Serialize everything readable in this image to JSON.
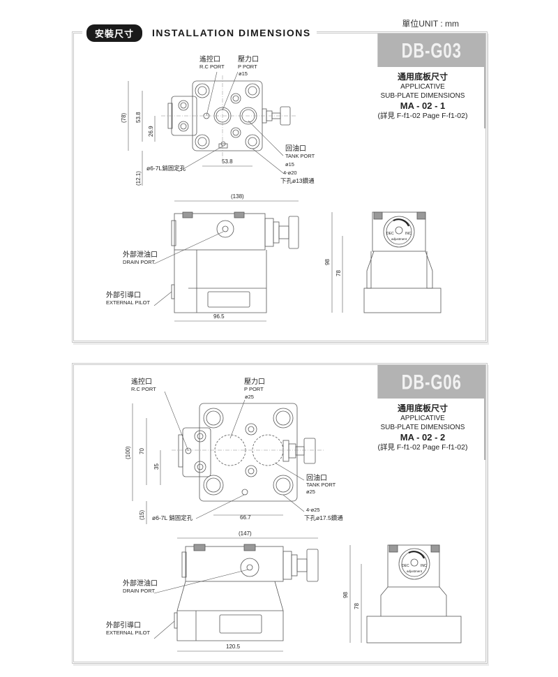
{
  "unit_label": "單位UNIT : mm",
  "header": {
    "zh_title": "安裝尺寸",
    "en_title": "INSTALLATION DIMENSIONS"
  },
  "panels": [
    {
      "model": "DB-G03",
      "subplate": {
        "zh": "通用底板尺寸",
        "en1": "APPLICATIVE",
        "en2": "SUB-PLATE DIMENSIONS",
        "code": "MA - 02 - 1",
        "ref": "(詳見 F-f1-02  Page F-f1-02)"
      },
      "top_view": {
        "rc_port_zh": "遙控口",
        "rc_port_en": "R.C PORT",
        "p_port_zh": "壓力口",
        "p_port_en": "P PORT",
        "p_port_dia": "ø15",
        "tank_port_zh": "回油口",
        "tank_port_en": "TANK PORT",
        "tank_port_dia": "ø15",
        "mount_holes": "4-ø20",
        "mount_holes_note": "下孔ø13鑽通",
        "pin_hole": "ø6-7L銷固定孔",
        "dim_height_total": "(78)",
        "dim_height_ports": "53.8",
        "dim_height_center": "26.9",
        "dim_offset": "(12.1)",
        "dim_width_ports": "53.8"
      },
      "side_view": {
        "dim_overall_width": "(138)",
        "dim_base_width": "96.5",
        "drain_port_zh": "外部泄油口",
        "drain_port_en": "DRAIN PORT",
        "ext_pilot_zh": "外部引導口",
        "ext_pilot_en": "EXTERNAL PILOT"
      },
      "end_view": {
        "dim_total_height": "98",
        "dim_center_height": "78",
        "dial_dec": "DEC",
        "dial_inc": "INC",
        "dial_label": "adjustment"
      }
    },
    {
      "model": "DB-G06",
      "subplate": {
        "zh": "通用底板尺寸",
        "en1": "APPLICATIVE",
        "en2": "SUB-PLATE DIMENSIONS",
        "code": "MA - 02 - 2",
        "ref": "(詳見 F-f1-02  Page F-f1-02)"
      },
      "top_view": {
        "rc_port_zh": "遙控口",
        "rc_port_en": "R.C PORT",
        "p_port_zh": "壓力口",
        "p_port_en": "P PORT",
        "p_port_dia": "ø25",
        "tank_port_zh": "回油口",
        "tank_port_en": "TANK PORT",
        "tank_port_dia": "ø25",
        "mount_holes": "4-ø25",
        "mount_holes_note": "下孔ø17.5鑽通",
        "pin_hole": "ø6-7L 銷固定孔",
        "dim_height_total": "(100)",
        "dim_height_ports": "70",
        "dim_height_center": "35",
        "dim_offset": "(15)",
        "dim_width_ports": "66.7"
      },
      "side_view": {
        "dim_overall_width": "(147)",
        "dim_base_width": "120.5",
        "drain_port_zh": "外部泄油口",
        "drain_port_en": "DRAIN PORT",
        "ext_pilot_zh": "外部引導口",
        "ext_pilot_en": "EXTERNAL PILOT"
      },
      "end_view": {
        "dim_total_height": "98",
        "dim_center_height": "78",
        "dial_dec": "DEC",
        "dial_inc": "INC",
        "dial_label": "adjustment"
      }
    }
  ],
  "colors": {
    "model_banner_bg": "#b3b3b3",
    "model_banner_text": "#f2f2f2",
    "pill_bg": "#1a1a1a",
    "frame": "#c8c8c8",
    "line": "#555555"
  }
}
